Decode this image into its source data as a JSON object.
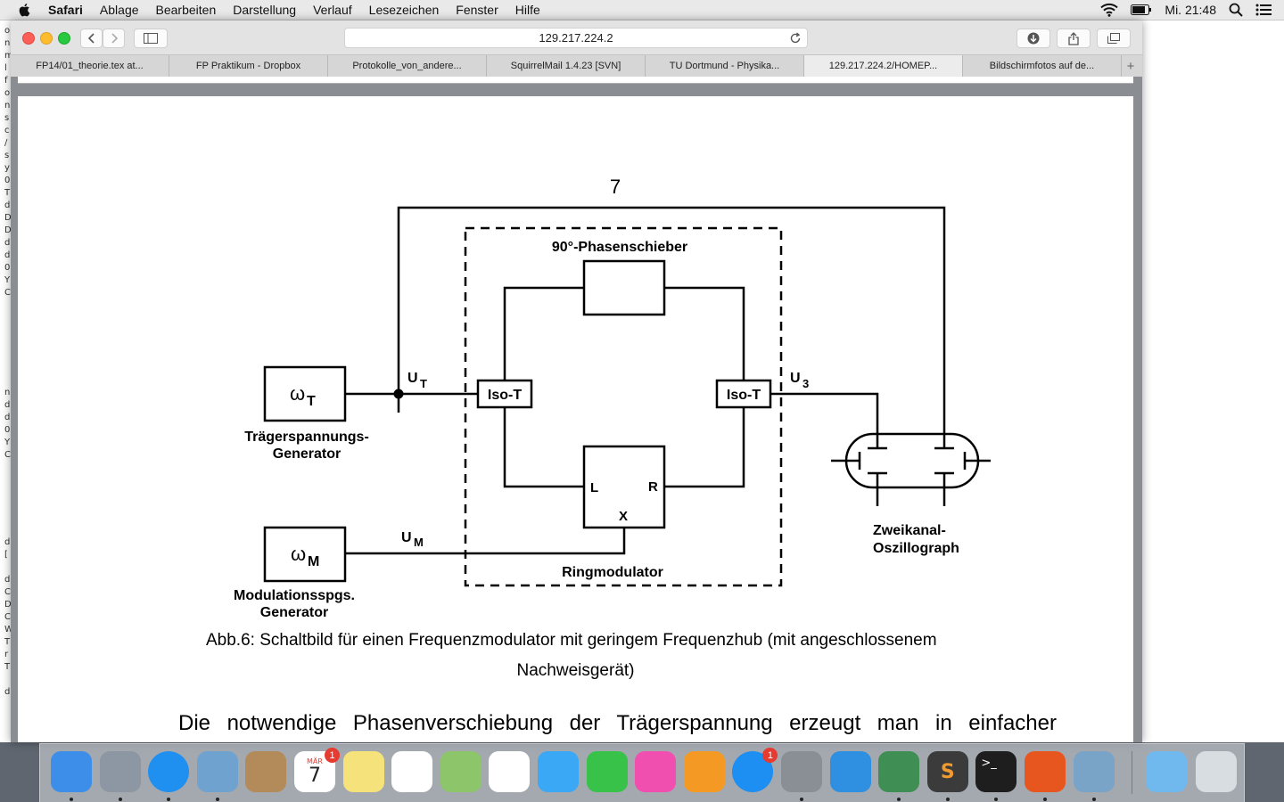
{
  "menubar": {
    "app": "Safari",
    "items": [
      "Ablage",
      "Bearbeiten",
      "Darstellung",
      "Verlauf",
      "Lesezeichen",
      "Fenster",
      "Hilfe"
    ],
    "clock": "Mi. 21:48"
  },
  "browser": {
    "url": "129.217.224.2",
    "tabs": [
      "FP14/01_theorie.tex at...",
      "FP Praktikum - Dropbox",
      "Protokolle_von_andere...",
      "SquirrelMail 1.4.23 [SVN]",
      "TU Dortmund - Physika...",
      "129.217.224.2/HOMEP...",
      "Bildschirmfotos auf de..."
    ],
    "active_tab": 5,
    "new_tab_label": "+"
  },
  "left_strip_chars": [
    "o",
    "n",
    "m",
    "l",
    "f",
    "o",
    "n",
    "s",
    "c",
    "/",
    "s",
    "y",
    "0",
    "T",
    "d",
    "D",
    "D",
    "d",
    "d",
    "0",
    "Y",
    "C",
    "",
    "",
    "",
    "",
    "",
    "",
    "",
    "n",
    "d",
    "d",
    "0",
    "Y",
    "C",
    "",
    "",
    "",
    "",
    "",
    "",
    "d",
    "[",
    "",
    "d",
    "C",
    "D",
    "C",
    "W",
    "T",
    "r",
    "T",
    "",
    "d"
  ],
  "document": {
    "page_number": "7",
    "diagram": {
      "phase_shifter_label": "90°-Phasenschieber",
      "carrier_symbol": "ω",
      "carrier_sub": "T",
      "carrier_generator": [
        "Trägerspannungs-",
        "Generator"
      ],
      "modulation_symbol": "ω",
      "modulation_sub": "M",
      "modulation_generator": [
        "Modulationsspgs.",
        "Generator"
      ],
      "ut_main": "U",
      "ut_sub": "T",
      "um_main": "U",
      "um_sub": "M",
      "u3_main": "U",
      "u3_sub": "3",
      "iso_t": "Iso-T",
      "ring_L": "L",
      "ring_R": "R",
      "ring_X": "X",
      "ringmodulator_label": "Ringmodulator",
      "oscillograph_label": [
        "Zweikanal-",
        "Oszillograph"
      ]
    },
    "caption_line1": "Abb.6:   Schaltbild für einen Frequenzmodulator mit geringem Frequenzhub (mit angeschlossenem",
    "caption_line2": "Nachweisgerät)",
    "body_text": "Die notwendige Phasenverschiebung der Trägerspannung erzeugt man in einfacher"
  },
  "dock": {
    "calendar_month": "MÄR",
    "calendar_day": "7",
    "calendar_badge": "1",
    "appstore_badge": "1",
    "icons": [
      {
        "name": "finder-icon",
        "color": "#3d8ee8"
      },
      {
        "name": "launchpad-icon",
        "color": "#8d96a3"
      },
      {
        "name": "safari-icon",
        "color": "#1f8ff0"
      },
      {
        "name": "mail-icon",
        "color": "#6fa2cf"
      },
      {
        "name": "contacts-icon",
        "color": "#b38a5a"
      },
      {
        "name": "calendar-icon",
        "color": "#ffffff"
      },
      {
        "name": "notes-icon",
        "color": "#f5e27a"
      },
      {
        "name": "reminders-icon",
        "color": "#ffffff"
      },
      {
        "name": "maps-icon",
        "color": "#8cc56a"
      },
      {
        "name": "photos-icon",
        "color": "#ffffff"
      },
      {
        "name": "messages-icon",
        "color": "#3ba8f5"
      },
      {
        "name": "facetime-icon",
        "color": "#38c24a"
      },
      {
        "name": "itunes-icon",
        "color": "#f04fb0"
      },
      {
        "name": "ibooks-icon",
        "color": "#f49a24"
      },
      {
        "name": "appstore-icon",
        "color": "#1d8ef2"
      },
      {
        "name": "system-preferences-icon",
        "color": "#8a8f96"
      },
      {
        "name": "xcode-icon",
        "color": "#2f8fe0"
      },
      {
        "name": "browser-globe-icon",
        "color": "#3f8e54"
      },
      {
        "name": "sublime-text-icon",
        "color": "#3b3b3b"
      },
      {
        "name": "terminal-icon",
        "color": "#1e1e1e"
      },
      {
        "name": "firefox-icon",
        "color": "#e8561f"
      },
      {
        "name": "preview-icon",
        "color": "#7aa3c8"
      },
      {
        "name": "folder-icon",
        "color": "#6fb9ef"
      },
      {
        "name": "trash-icon",
        "color": "#d8dde2"
      }
    ],
    "sublime_glyph": "S",
    "terminal_glyph": ">_"
  }
}
